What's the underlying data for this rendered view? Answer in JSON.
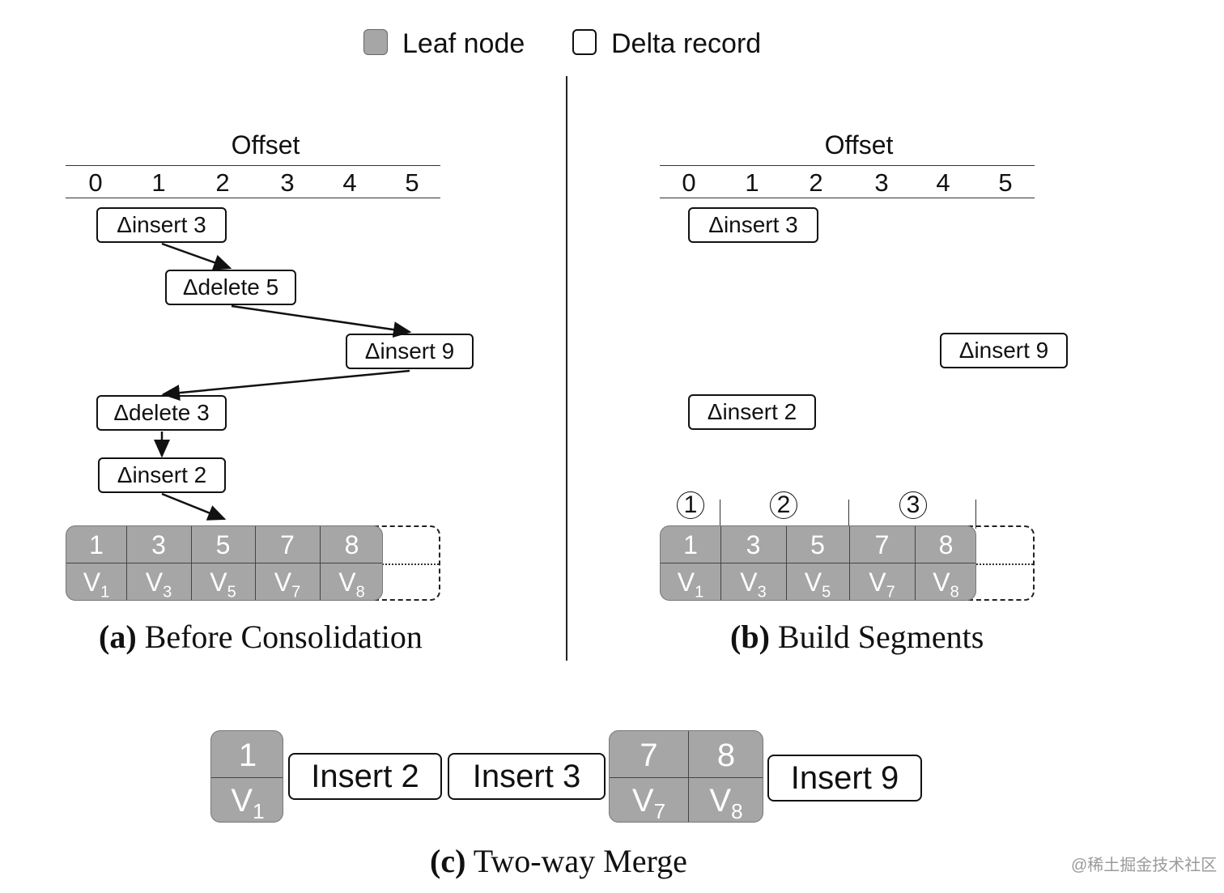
{
  "legend": {
    "leaf_label": "Leaf node",
    "delta_label": "Delta record",
    "leaf_color": "#a6a6a6"
  },
  "panel_a": {
    "offset_title": "Offset",
    "offsets": [
      "0",
      "1",
      "2",
      "3",
      "4",
      "5"
    ],
    "deltas": [
      "Δinsert 3",
      "Δdelete 5",
      "Δinsert 9",
      "Δdelete 3",
      "Δinsert 2"
    ],
    "leaf": {
      "keys": [
        "1",
        "3",
        "5",
        "7",
        "8"
      ],
      "values": [
        "V",
        "V",
        "V",
        "V",
        "V"
      ],
      "subs": [
        "1",
        "3",
        "5",
        "7",
        "8"
      ]
    },
    "caption_label": "(a)",
    "caption_text": "Before Consolidation"
  },
  "panel_b": {
    "offset_title": "Offset",
    "offsets": [
      "0",
      "1",
      "2",
      "3",
      "4",
      "5"
    ],
    "deltas": [
      "Δinsert 3",
      "Δinsert 9",
      "Δinsert 2"
    ],
    "segments": [
      "1",
      "2",
      "3"
    ],
    "leaf": {
      "keys": [
        "1",
        "3",
        "5",
        "7",
        "8"
      ],
      "values": [
        "V",
        "V",
        "V",
        "V",
        "V"
      ],
      "subs": [
        "1",
        "3",
        "5",
        "7",
        "8"
      ]
    },
    "caption_label": "(b)",
    "caption_text": "Build Segments"
  },
  "panel_c": {
    "leaf1": {
      "key": "1",
      "value": "V",
      "sub": "1"
    },
    "inserts": [
      "Insert 2",
      "Insert 3",
      "Insert 9"
    ],
    "leaf2": {
      "keys": [
        "7",
        "8"
      ],
      "values": [
        "V",
        "V"
      ],
      "subs": [
        "7",
        "8"
      ]
    },
    "caption_label": "(c)",
    "caption_text": "Two-way Merge"
  },
  "watermark": "@稀土掘金技术社区"
}
